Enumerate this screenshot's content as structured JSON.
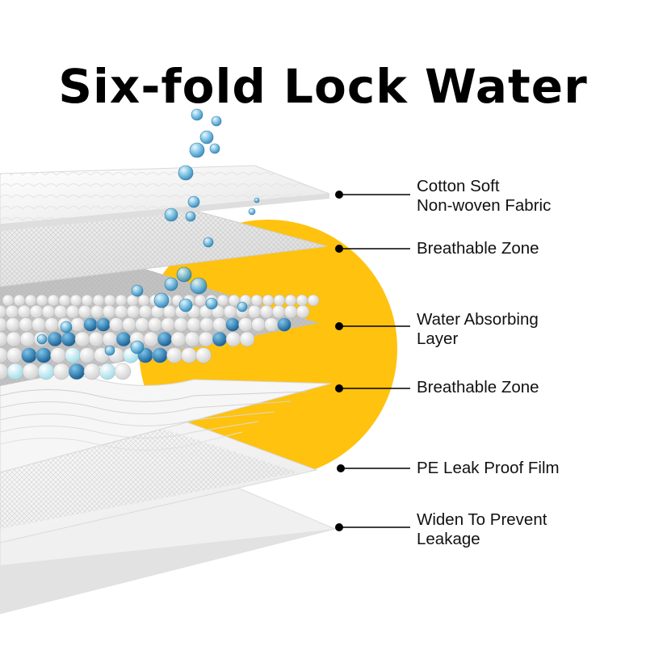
{
  "title": "Six-fold Lock Water",
  "colors": {
    "accent": "#FFC20E",
    "leader": "#000000",
    "droplet": "#4BA8D6",
    "bead_dark": "#1D6FA8",
    "bead_light": "#BFE9F2"
  },
  "layers": [
    {
      "label": "Cotton Soft\nNon-woven Fabric"
    },
    {
      "label": "Breathable Zone"
    },
    {
      "label": "Water Absorbing\nLayer"
    },
    {
      "label": "Breathable Zone"
    },
    {
      "label": "PE Leak Proof Film"
    },
    {
      "label": "Widen To Prevent\nLeakage"
    }
  ]
}
